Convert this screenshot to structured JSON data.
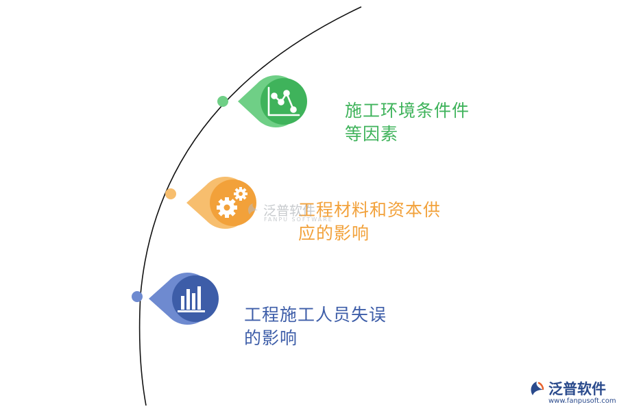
{
  "colors": {
    "green": "#3fb35b",
    "green_light": "#6fcf86",
    "orange": "#f2a13a",
    "orange_light": "#f7be6e",
    "blue": "#3d5da8",
    "blue_light": "#6e8ad0",
    "arc": "#111111"
  },
  "items": [
    {
      "id": "environment",
      "color": "green",
      "icon": "line-chart-icon",
      "line1": "施工环境条件件",
      "line2": "等因素"
    },
    {
      "id": "materials",
      "color": "orange",
      "icon": "gears-icon",
      "line1": "工程材料和资本供",
      "line2": "应的影响"
    },
    {
      "id": "personnel",
      "color": "blue",
      "icon": "bar-chart-icon",
      "line1": "工程施工人员失误",
      "line2": "的影响"
    }
  ],
  "watermark_center": {
    "brand": "泛普软件",
    "sub": "FANPU SOFTWARE"
  },
  "watermark_corner": {
    "brand": "泛普软件",
    "url": "www.fanpusoft.com"
  }
}
